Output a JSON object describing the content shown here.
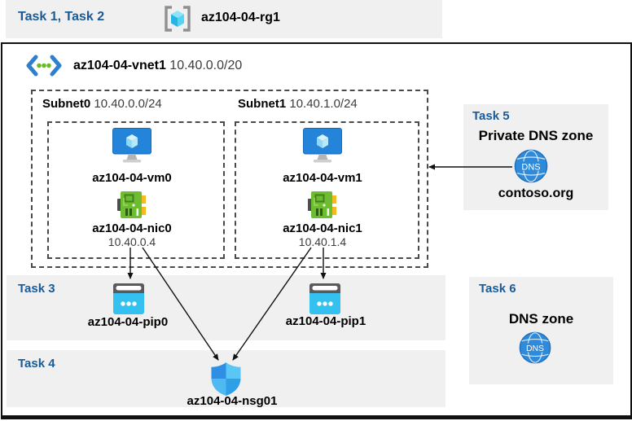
{
  "colors": {
    "accent_blue": "#1a5a96",
    "panel_bg": "#f0f0f1",
    "connector_line": "#111111",
    "vm_blue": "#2484da",
    "nic_green": "#6dbd30",
    "pip_cyan": "#35c1ef",
    "dns_blue": "#2f8bd9",
    "nsg_blue": "#2e8fe4"
  },
  "header": {
    "tasks_label": "Task 1, Task 2",
    "resource_group_icon": "resource-group-icon",
    "resource_group_name": "az104-04-rg1"
  },
  "vnet": {
    "icon": "virtual-network-icon",
    "name": "az104-04-vnet1",
    "cidr": "10.40.0.0/20"
  },
  "subnets": [
    {
      "name": "Subnet0",
      "cidr": "10.40.0.0/24",
      "vm_icon": "virtual-machine-icon",
      "vm_name": "az104-04-vm0",
      "nic_icon": "network-interface-icon",
      "nic_name": "az104-04-nic0",
      "nic_ip": "10.40.0.4"
    },
    {
      "name": "Subnet1",
      "cidr": "10.40.1.0/24",
      "vm_icon": "virtual-machine-icon",
      "vm_name": "az104-04-vm1",
      "nic_icon": "network-interface-icon",
      "nic_name": "az104-04-nic1",
      "nic_ip": "10.40.1.4"
    }
  ],
  "task3": {
    "label": "Task 3",
    "pip_icon": "public-ip-icon",
    "pip0_name": "az104-04-pip0",
    "pip1_name": "az104-04-pip1"
  },
  "task4": {
    "label": "Task 4",
    "nsg_icon": "network-security-group-icon",
    "nsg_name": "az104-04-nsg01"
  },
  "task5": {
    "label": "Task 5",
    "title": "Private DNS zone",
    "dns_icon": "dns-icon",
    "zone_name": "contoso.org"
  },
  "task6": {
    "label": "Task 6",
    "title": "DNS zone",
    "dns_icon": "dns-icon"
  }
}
